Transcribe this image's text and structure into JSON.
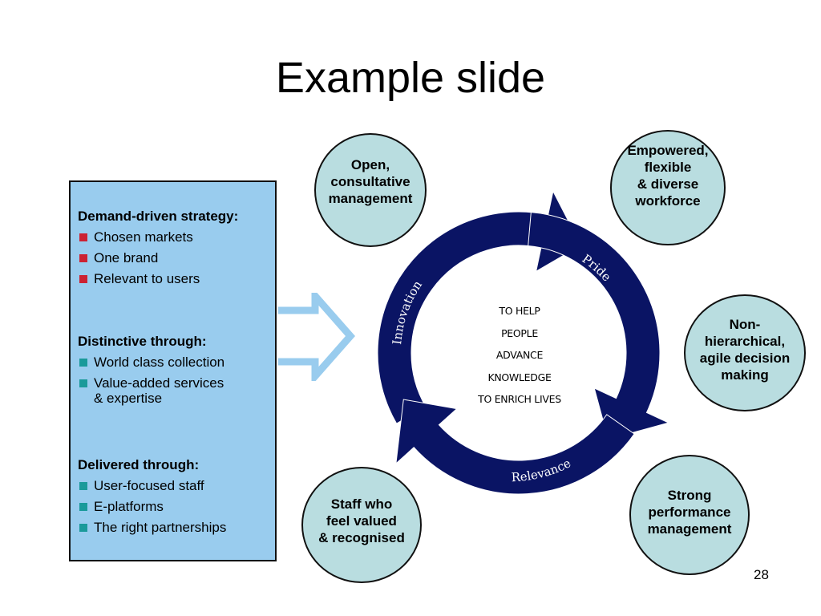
{
  "slide": {
    "title": "Example slide",
    "page_number": "28"
  },
  "left_panel": {
    "sections": [
      {
        "heading": "Demand-driven strategy:",
        "bullet_color": "#cc2233",
        "items": [
          "Chosen markets",
          "One brand",
          "Relevant to users"
        ]
      },
      {
        "heading": "Distinctive through:",
        "bullet_color": "#1a9a9a",
        "items": [
          "World class collection",
          "Value-added services",
          "& expertise"
        ]
      },
      {
        "heading": "Delivered through:",
        "bullet_color": "#1a9a9a",
        "items": [
          "User-focused staff",
          "E-platforms",
          "The right partnerships"
        ]
      }
    ]
  },
  "cycle": {
    "labels": [
      "Innovation",
      "Pride",
      "Relevance"
    ],
    "center_lines": [
      "TO HELP",
      "PEOPLE",
      "ADVANCE",
      "KNOWLEDGE",
      "TO ENRICH LIVES"
    ],
    "ring_color": "#0a1464"
  },
  "bubbles": [
    {
      "id": "top-left",
      "text": "Open,\nconsultative\nmanagement"
    },
    {
      "id": "top-right",
      "text": "Empowered,\nflexible\n& diverse\nworkforce"
    },
    {
      "id": "right",
      "text": "Non-\nhierarchical,\nagile decision\nmaking"
    },
    {
      "id": "bottom-right",
      "text": "Strong\nperformance\nmanagement"
    },
    {
      "id": "bottom-left",
      "text": "Staff who\nfeel valued\n& recognised"
    }
  ],
  "colors": {
    "panel_bg": "#99ccee",
    "bubble_bg": "#b9dde0",
    "arrow_outline": "#99ccee"
  }
}
